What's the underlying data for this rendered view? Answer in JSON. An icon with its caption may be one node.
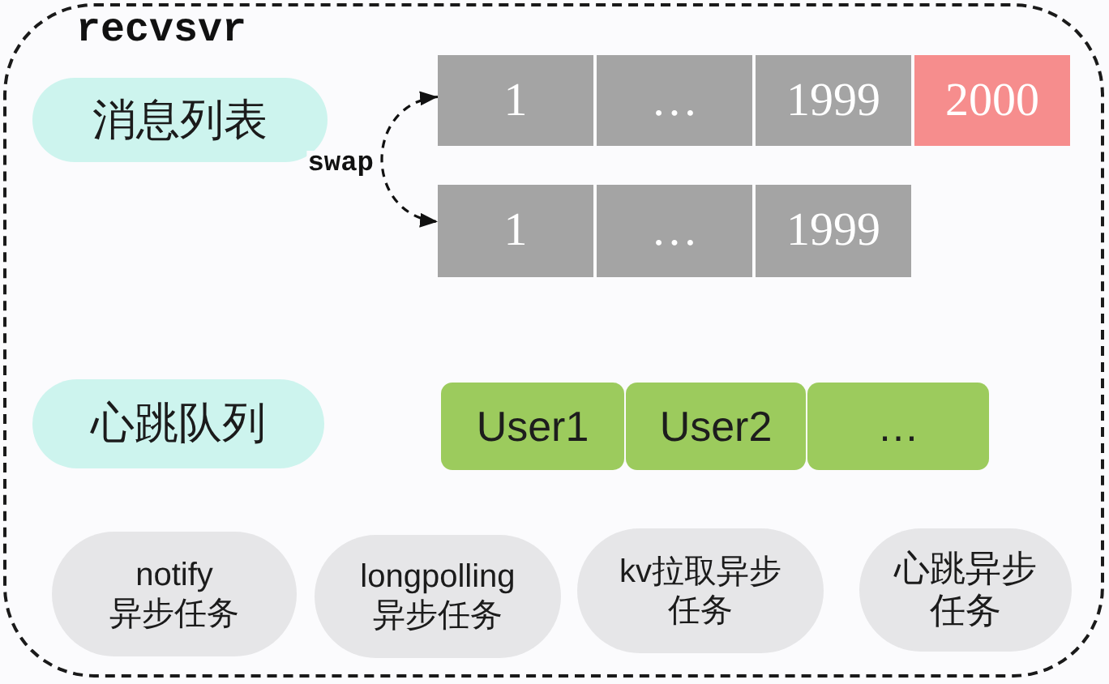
{
  "diagram": {
    "nodes": [
      {
        "text": [
          "recvsvr"
        ]
      },
      {
        "text": [
          "消息列表"
        ],
        "in": 0
      },
      {
        "text": [
          "1"
        ],
        "in": 0
      },
      {
        "text": [
          "…"
        ],
        "in": 0
      },
      {
        "text": [
          "1999"
        ],
        "in": 0
      },
      {
        "text": [
          "2000"
        ],
        "in": 0
      },
      {
        "text": [
          "1"
        ],
        "in": 0
      },
      {
        "text": [
          "…"
        ],
        "in": 0
      },
      {
        "text": [
          "1999"
        ],
        "in": 0
      },
      {
        "text": [
          "心跳队列"
        ],
        "in": 0
      },
      {
        "text": [
          "User1"
        ],
        "in": 0
      },
      {
        "text": [
          "User2"
        ],
        "in": 0
      },
      {
        "text": [
          "…"
        ],
        "in": 0
      },
      {
        "text": [
          "notify 异步任务"
        ],
        "in": 0
      },
      {
        "text": [
          "longpolling 异步任务"
        ],
        "in": 0
      },
      {
        "text": [
          "kv拉取异步任务"
        ],
        "in": 0
      },
      {
        "text": [
          "心跳异步任务"
        ],
        "in": 0
      }
    ],
    "edges": [
      {
        "from": 2,
        "to": 6,
        "arrow": "both",
        "label": "swap",
        "style": "dashed"
      }
    ]
  }
}
